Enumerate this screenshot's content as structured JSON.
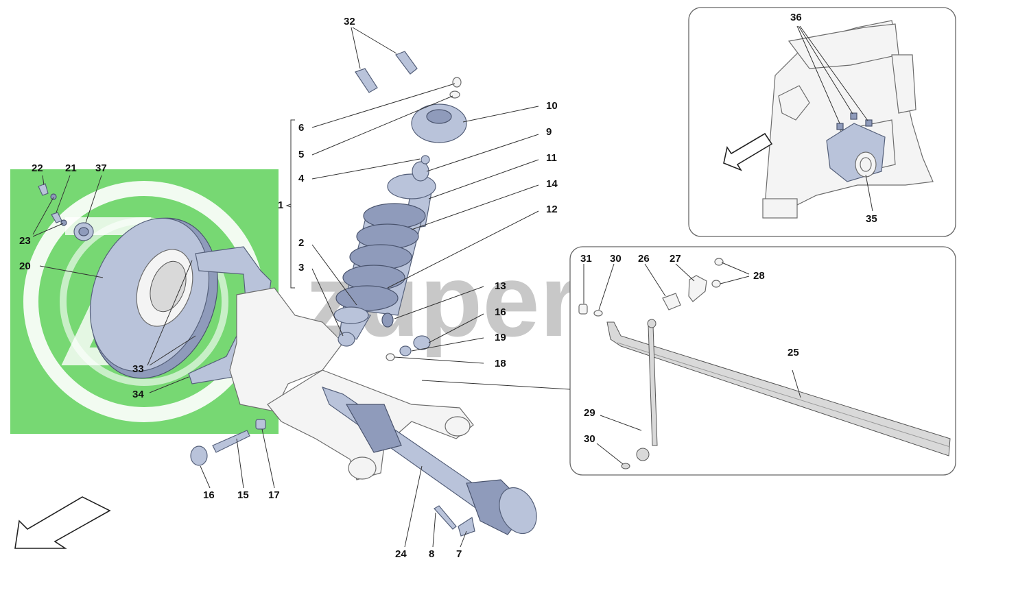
{
  "diagram": {
    "watermark_text": "zuperparts",
    "watermark_logo": "ZP",
    "colors": {
      "watermark_green": "#5fd15a",
      "part_blue": "#b9c3da",
      "part_outline": "#6c6c6c",
      "label": "#111111"
    },
    "labels": {
      "l1": "1",
      "l2": "2",
      "l3": "3",
      "l4": "4",
      "l5": "5",
      "l6": "6",
      "l7": "7",
      "l8": "8",
      "l9": "9",
      "l10": "10",
      "l11": "11",
      "l12": "12",
      "l13": "13",
      "l14": "14",
      "l15": "15",
      "l16a": "16",
      "l16b": "16",
      "l17": "17",
      "l18": "18",
      "l19": "19",
      "l20": "20",
      "l21": "21",
      "l22": "22",
      "l23": "23",
      "l24": "24",
      "l25": "25",
      "l26": "26",
      "l27": "27",
      "l28": "28",
      "l29": "29",
      "l30a": "30",
      "l30b": "30",
      "l31": "31",
      "l32": "32",
      "l33": "33",
      "l34": "34",
      "l35": "35",
      "l36": "36",
      "l37": "37"
    },
    "icons": [
      "direction-arrow-icon",
      "watermark-logo-icon"
    ]
  }
}
